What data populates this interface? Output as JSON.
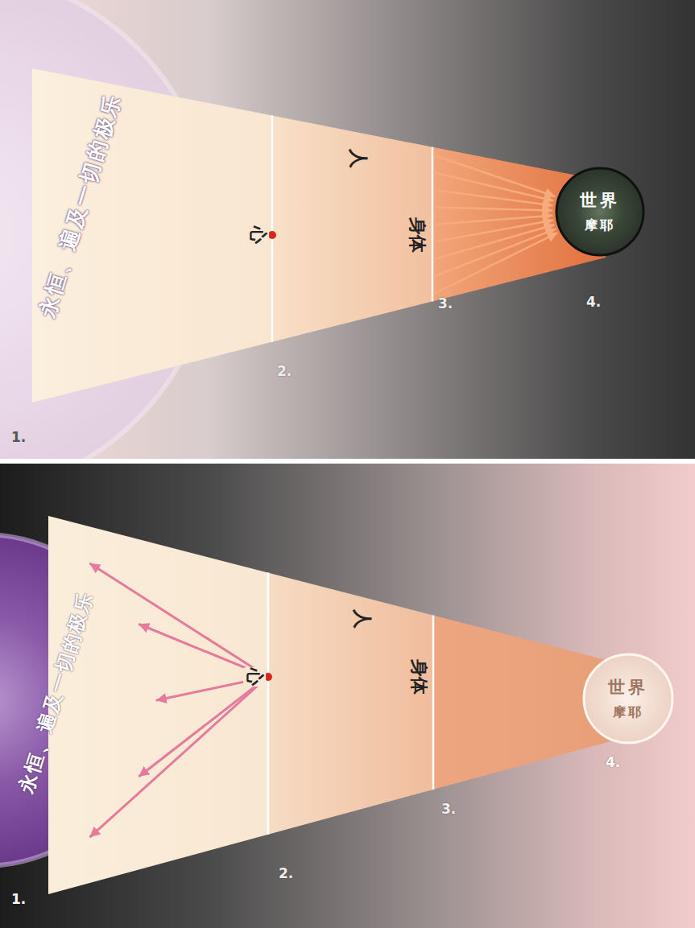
{
  "diagram": {
    "nodes": [
      {
        "text": [
          "永恒、遍及一切的极乐"
        ]
      },
      {
        "text": [
          "人"
        ]
      },
      {
        "text": [
          "心"
        ],
        "in": 1
      },
      {
        "text": [
          "身体"
        ],
        "in": 1
      },
      {
        "text": [
          "世界",
          "摩耶"
        ]
      },
      {
        "text": [
          "永恒、遍及一切的极乐"
        ]
      },
      {
        "text": [
          "人"
        ]
      },
      {
        "text": [
          "心"
        ],
        "in": 6
      },
      {
        "text": [
          "身体"
        ],
        "in": 6
      },
      {
        "text": [
          "世界",
          "摩耶"
        ]
      }
    ],
    "edges": [
      {
        "from": 3,
        "to": 4,
        "arrow": "to"
      },
      {
        "from": 7,
        "to": 5,
        "arrow": "to"
      }
    ],
    "labels": [
      "1.",
      "2.",
      "3.",
      "4.",
      "1.",
      "2.",
      "3.",
      "4."
    ]
  }
}
